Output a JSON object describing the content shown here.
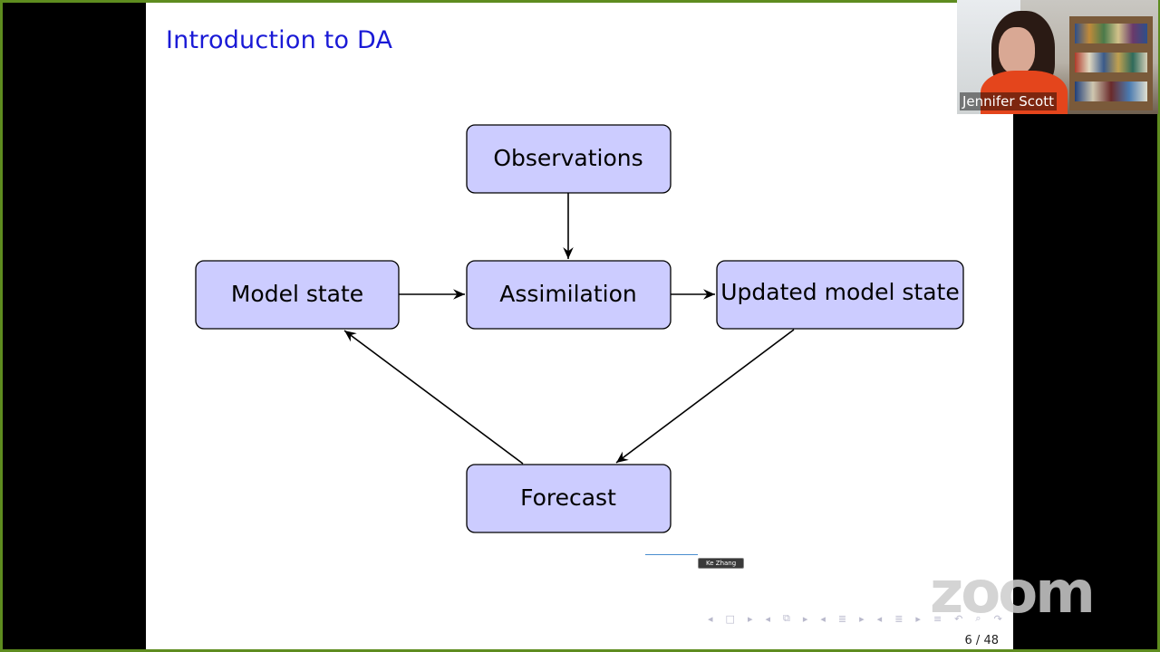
{
  "slide": {
    "title": "Introduction to DA",
    "page_number": "6 / 48",
    "nodes": {
      "observations": "Observations",
      "model_state": "Model state",
      "assimilation": "Assimilation",
      "updated_model_state": "Updated model state",
      "forecast": "Forecast"
    },
    "nav_icons": [
      "arrow-left-icon",
      "frame-icon",
      "arrow-right-icon",
      "arrow-left-icon",
      "subsection-icon",
      "arrow-right-icon",
      "arrow-left-icon",
      "section-icon",
      "arrow-right-icon",
      "arrow-left-icon",
      "section-icon",
      "arrow-right-icon",
      "align-icon",
      "undo-icon",
      "search-icon",
      "redo-icon"
    ]
  },
  "overlay": {
    "tooltip_name": "Ke Zhang",
    "watermark": "zoom"
  },
  "video": {
    "participant_name": "Jennifer Scott"
  },
  "colors": {
    "frame_border": "#5e8c1f",
    "title_blue": "#1a1ad6",
    "node_fill": "#ccccff"
  }
}
